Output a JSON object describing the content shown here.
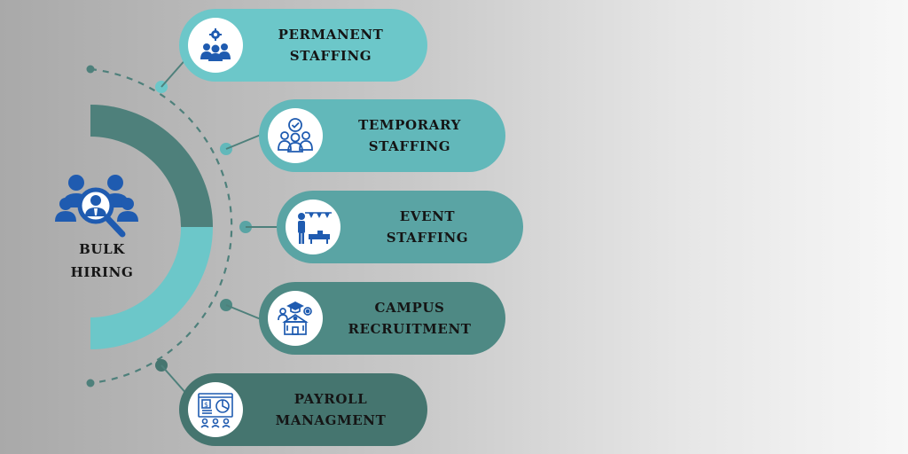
{
  "center": {
    "line1": "BULK",
    "line2": "HIRING",
    "icon": "recruitment-search-icon"
  },
  "services": [
    {
      "line1": "PERMANENT",
      "line2": "STAFFING",
      "icon": "team-gear-icon",
      "color": "#6cc7c9"
    },
    {
      "line1": "TEMPORARY",
      "line2": "STAFFING",
      "icon": "group-check-icon",
      "color": "#62b8ba"
    },
    {
      "line1": "EVENT",
      "line2": "STAFFING",
      "icon": "event-presenter-icon",
      "color": "#5aa4a4"
    },
    {
      "line1": "CAMPUS",
      "line2": "RECRUITMENT",
      "icon": "campus-graduation-icon",
      "color": "#4e8984"
    },
    {
      "line1": "PAYROLL",
      "line2": "MANAGMENT",
      "icon": "payroll-dashboard-icon",
      "color": "#45756f"
    }
  ],
  "colors": {
    "arc_dark": "#4e807b",
    "arc_light": "#6cc7c9",
    "connector": "#4e807b",
    "icon_blue": "#1f5bb0"
  }
}
